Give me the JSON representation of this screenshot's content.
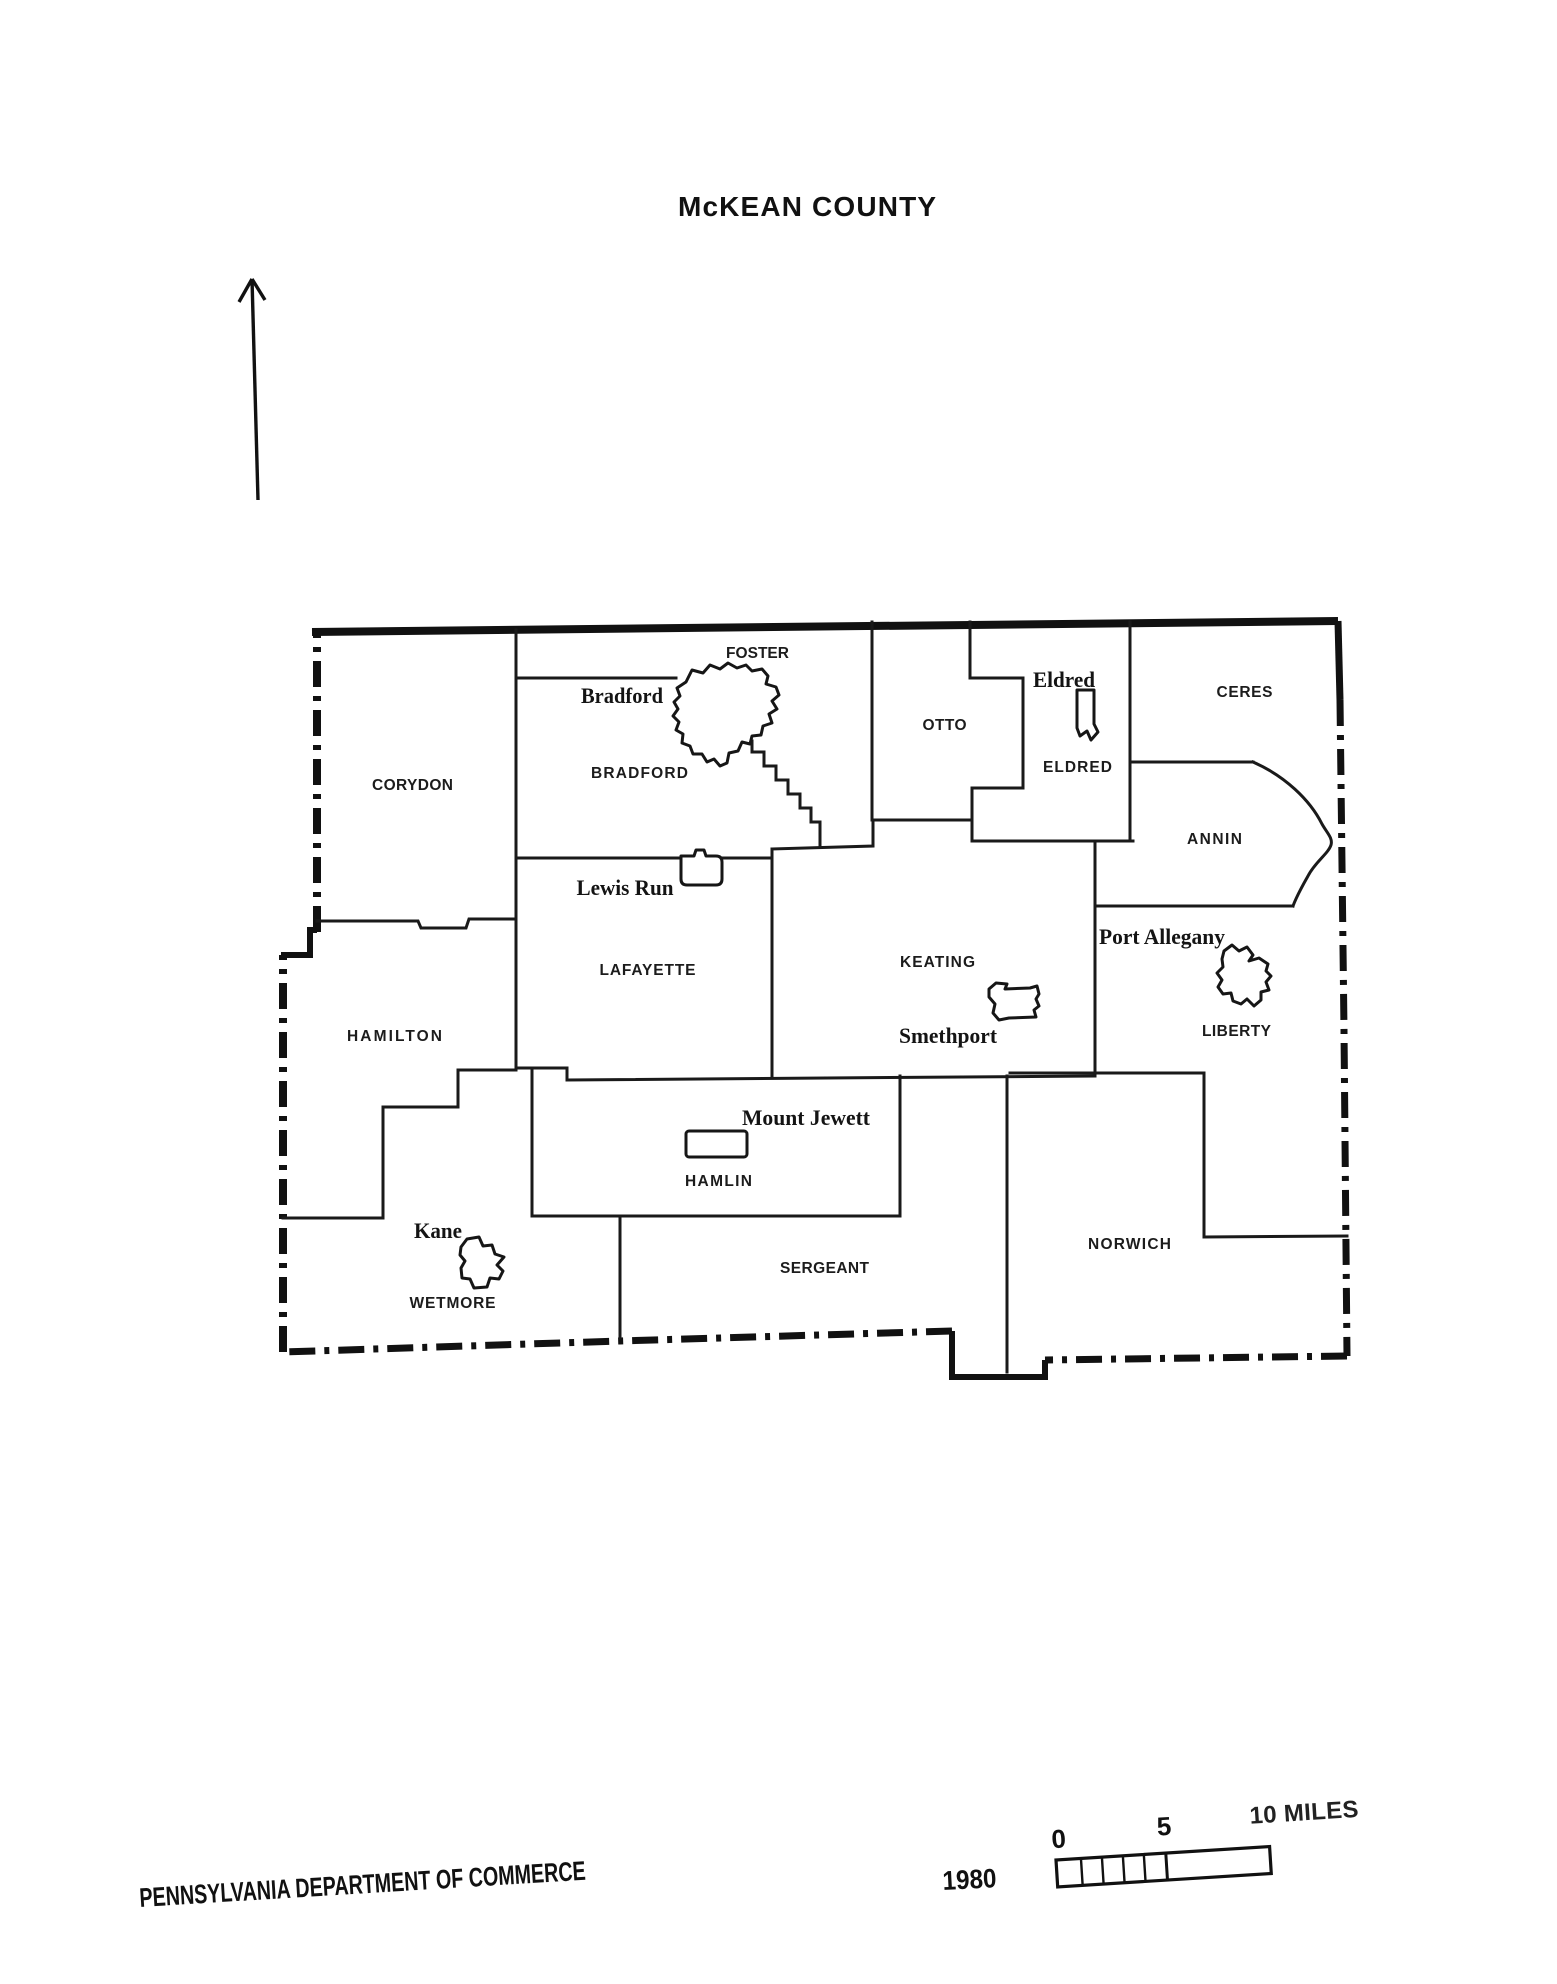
{
  "page": {
    "title": "McKEAN COUNTY"
  },
  "map": {
    "townships": [
      {
        "id": "corydon",
        "label": "CORYDON"
      },
      {
        "id": "bradford",
        "label": "BRADFORD"
      },
      {
        "id": "foster",
        "label": "FOSTER"
      },
      {
        "id": "otto",
        "label": "OTTO"
      },
      {
        "id": "eldred",
        "label": "ELDRED"
      },
      {
        "id": "ceres",
        "label": "CERES"
      },
      {
        "id": "annin",
        "label": "ANNIN"
      },
      {
        "id": "lafayette",
        "label": "LAFAYETTE"
      },
      {
        "id": "keating",
        "label": "KEATING"
      },
      {
        "id": "liberty",
        "label": "LIBERTY"
      },
      {
        "id": "hamilton",
        "label": "HAMILTON"
      },
      {
        "id": "hamlin",
        "label": "HAMLIN"
      },
      {
        "id": "wetmore",
        "label": "WETMORE"
      },
      {
        "id": "sergeant",
        "label": "SERGEANT"
      },
      {
        "id": "norwich",
        "label": "NORWICH"
      }
    ],
    "boroughs": [
      {
        "id": "bradford-city",
        "label": "Bradford"
      },
      {
        "id": "eldred-borough",
        "label": "Eldred"
      },
      {
        "id": "lewis-run",
        "label": "Lewis Run"
      },
      {
        "id": "port-allegany",
        "label": "Port Allegany"
      },
      {
        "id": "smethport",
        "label": "Smethport"
      },
      {
        "id": "mount-jewett",
        "label": "Mount Jewett"
      },
      {
        "id": "kane",
        "label": "Kane"
      }
    ]
  },
  "scale_bar": {
    "zero_label": "0",
    "five_label": "5",
    "ten_label": "10 MILES"
  },
  "footer": {
    "agency": "PENNSYLVANIA DEPARTMENT OF COMMERCE",
    "year": "1980"
  },
  "colors": {
    "ink": "#1a1a1a",
    "paper": "#ffffff"
  }
}
